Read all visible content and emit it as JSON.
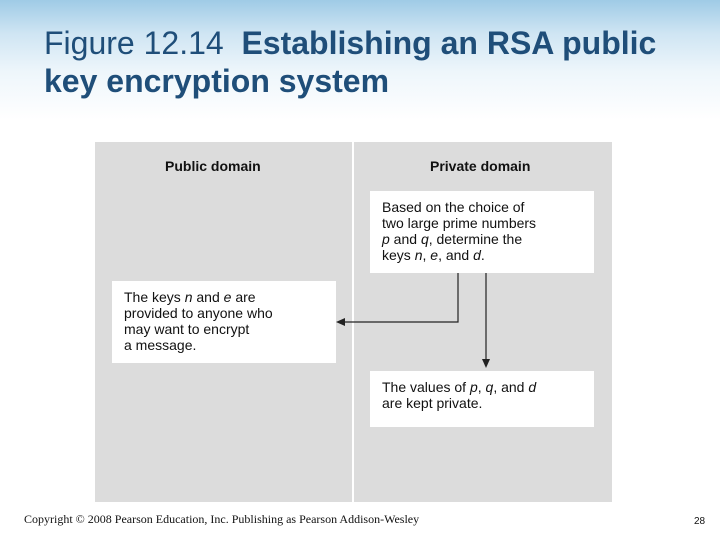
{
  "slide": {
    "title_prefix": "Figure 12.14",
    "title_main": "Establishing an RSA public key encryption system",
    "footer": "Copyright © 2008 Pearson Education, Inc. Publishing as Pearson Addison-Wesley",
    "page_number": "28"
  },
  "diagram": {
    "public_heading": "Public domain",
    "private_heading": "Private domain",
    "key_derivation_box": {
      "line1": "Based on the choice of",
      "line2": "two large prime numbers",
      "line3_var_p": "p",
      "line3_and": " and ",
      "line3_var_q": "q",
      "line3_rest": ", determine the",
      "line4_pre": "keys ",
      "line4_var_n": "n",
      "line4_sep1": ", ",
      "line4_var_e": "e",
      "line4_sep2": ", and ",
      "line4_var_d": "d",
      "line4_end": "."
    },
    "public_keys_box": {
      "line1_pre": "The keys ",
      "line1_var_n": "n",
      "line1_and": " and ",
      "line1_var_e": "e",
      "line1_rest": " are",
      "line2": "provided to anyone who",
      "line3": "may want to encrypt",
      "line4": "a message."
    },
    "private_values_box": {
      "line1_pre": "The values of ",
      "line1_var_p": "p",
      "line1_sep1": ", ",
      "line1_var_q": "q",
      "line1_sep2": ", and ",
      "line1_var_d": "d",
      "line2": "are kept private."
    }
  }
}
